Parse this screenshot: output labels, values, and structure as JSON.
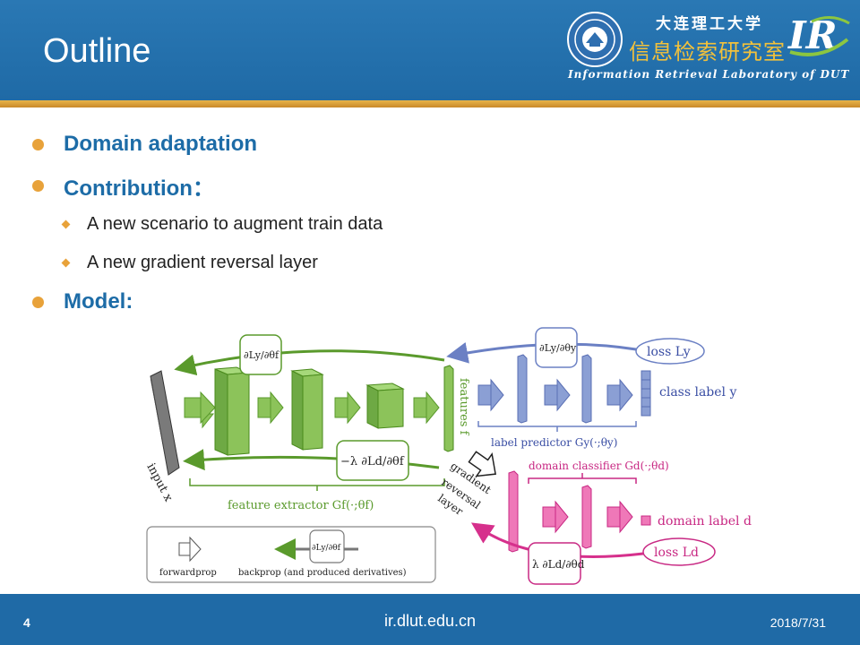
{
  "header": {
    "title": "Outline",
    "logo": {
      "university": "大连理工大学",
      "lab": "信息检索研究室",
      "english": "Information Retrieval Laboratory of DUT"
    }
  },
  "bullets": [
    {
      "text": "Domain adaptation"
    },
    {
      "text": "Contribution：",
      "children": [
        {
          "text": "A new scenario to augment train data"
        },
        {
          "text": "A new gradient reversal layer"
        }
      ]
    },
    {
      "text": "Model:"
    }
  ],
  "diagram": {
    "input_label": "input x",
    "features_label": "features f",
    "dLy_dthf": "∂Ly/∂θf",
    "dLy_dthy": "∂Ly/∂θy",
    "lambda_dLd_dthf": "−λ ∂Ld/∂θf",
    "lambda_dLd_dthd": "λ ∂Ld/∂θd",
    "loss_y": "loss Ly",
    "loss_d": "loss Ld",
    "class_label": "class label y",
    "label_predictor": "label predictor Gy(·;θy)",
    "domain_classifier": "domain classifier Gd(·;θd)",
    "domain_label": "domain label d",
    "feature_extractor": "feature extractor Gf(·;θf)",
    "grl_1": "gradient",
    "grl_2": "reversal",
    "grl_3": "layer",
    "legend_forward": "forwardprop",
    "legend_backprop": "backprop (and produced derivatives)",
    "legend_dLy_dthf": "∂Ly/∂θf"
  },
  "footer": {
    "page": "4",
    "url": "ir.dlut.edu.cn",
    "date": "2018/7/31"
  },
  "colors": {
    "header_blue": "#1f6aa6",
    "accent_gold": "#e8a23a",
    "heading_blue": "#1d6ca7",
    "green": "#6aa837",
    "blue": "#6b80c4",
    "pink": "#d6308c"
  }
}
